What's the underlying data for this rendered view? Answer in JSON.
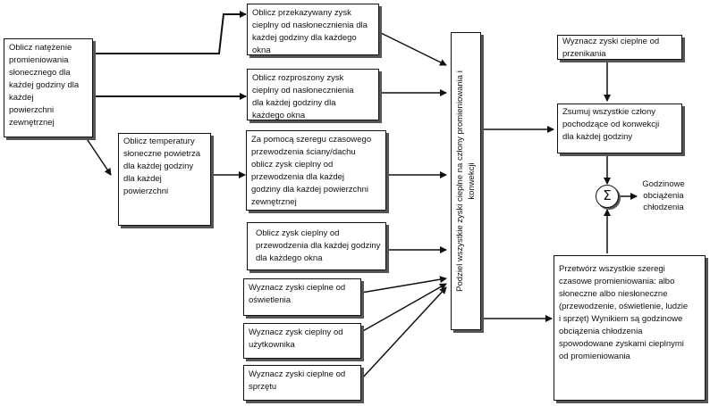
{
  "nodes": {
    "solar_intensity": "Oblicz natężenie\npromieniowania\nsłonecznego dla\nkażdej godziny dla\nkażdej\npowierzchni\nzewnętrznej",
    "sol_air_temp": "Oblicz temperatury\nsłoneczne powietrza\ndla każdej godziny\ndla każdej\npowierzchni",
    "transmitted_gain": "Oblicz przekazywany zysk\ncieplny od nasłonecznienia dla\nkażdej godziny dla każdego\nokna",
    "diffuse_gain": "Oblicz rozproszony zysk\ncieplny od nasłonecznienia\ndla każdej godziny dla\nkażdego okna",
    "wall_roof_conduction": "Za pomocą szeregu czasowego\nprzewodzenia ściany/dachu\noblicz zysk cieplny od\nprzewodzenia dla każdej\ngodziny dla każdej powierzchni\nzewnętrznej",
    "window_conduction": "Oblicz zysk cieplny od\nprzewodzenia dla każdej godziny\ndla każdego okna",
    "lighting_gain": "Wyznacz zyski cieplne od\noświetlenia",
    "occupant_gain": "Wyznacz zysk cieplny od\nużytkownika",
    "equipment_gain": "Wyznacz zyski cieplne od\nsprzętu",
    "split_gains": "Podziel wszystkie zyski cieplne na człony promieniowania i\nkonwekcji",
    "infiltration_gain": "Wyznacz zyski cieplne od\nprzenikania",
    "sum_convective": "Zsumuj wszystkie człony\npochodzące od konwekcji\ndla każdej godziny",
    "sum_symbol": "Σ",
    "cooling_loads": "Godzinowe\nobciążenia\nchłodzenia",
    "convert_radiant": "Przetwórz wszystkie szeregi\nczasowe promieniowania: albo\nsłoneczne albo niesłoneczne\n(przewodzenie, oświetlenie, ludzie\ni sprzęt) Wynikiem są godzinowe\nobciążenia chłodzenia\nspowodowane zyskami cieplnymi\nod promieniowania"
  },
  "colors": {
    "stroke": "#111111",
    "shadow": "#555555"
  }
}
